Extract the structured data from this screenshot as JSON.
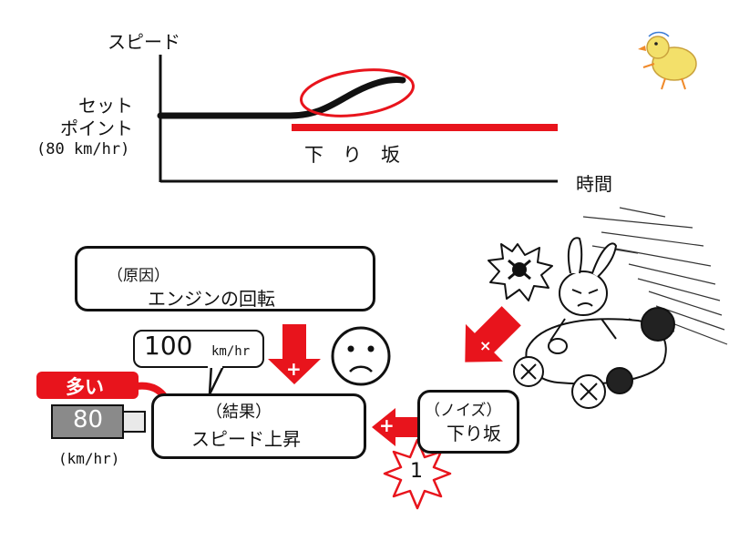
{
  "graph": {
    "y_axis_label": "スピード",
    "x_axis_label": "時間",
    "setpoint_line1": "セット",
    "setpoint_line2": "ポイント",
    "setpoint_value": "(80 km/hr)",
    "slope_label": "下　り　坂"
  },
  "cause_box": {
    "title": "（原因）",
    "text": "エンジンの回転"
  },
  "speech_bubble": {
    "value": "100",
    "unit": "km/hr"
  },
  "result_box": {
    "title": "（結果）",
    "text": "スピード上昇"
  },
  "noise_box": {
    "title": "（ノイズ）",
    "text": "下り坂"
  },
  "gauge": {
    "flag_label": "多い",
    "value": "80",
    "unit": "(km/hr)"
  },
  "signs": {
    "plus_cause": "+",
    "plus_noise": "+",
    "minus_x": "×",
    "starburst_number": "1"
  },
  "colors": {
    "red": "#e8141c",
    "black": "#111111",
    "gauge_gray": "#8a8a8a"
  }
}
